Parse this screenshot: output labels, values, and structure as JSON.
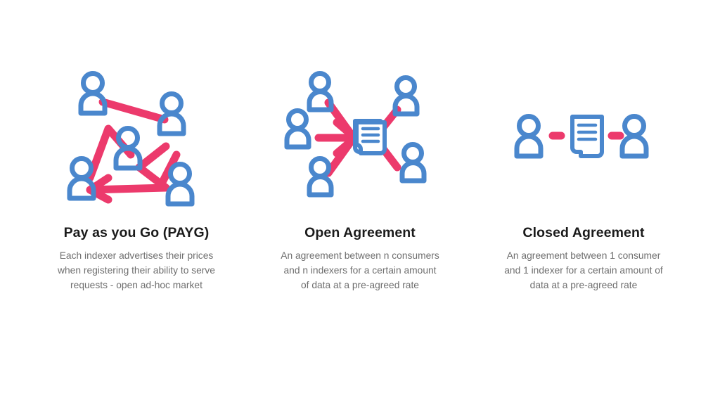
{
  "page": {
    "background": "#ffffff",
    "accent_blue": "#4a87cd",
    "accent_pink": "#ec3a6c",
    "title_color": "#1b1b1b",
    "body_color": "#6e6e6e"
  },
  "columns": [
    {
      "id": "payg",
      "icon_name": "payg-network-icon",
      "title": "Pay as you Go (PAYG)",
      "desc_lines": [
        "Each indexer advertises their prices",
        "when registering their ability to serve",
        "requests - open ad-hoc market"
      ],
      "desc_full": "Each indexer advertises their prices when registering their ability to serve requests - open ad-hoc market",
      "people_count": 5,
      "document_count": 0
    },
    {
      "id": "open-agreement",
      "icon_name": "open-agreement-icon",
      "title": "Open Agreement",
      "desc_lines": [
        "An agreement between n consumers",
        "and n indexers for a certain amount",
        "of data at a pre-agreed rate"
      ],
      "desc_full": "An agreement between n consumers and n indexers for a certain amount of data at a pre-agreed rate",
      "people_count": 5,
      "document_count": 1
    },
    {
      "id": "closed-agreement",
      "icon_name": "closed-agreement-icon",
      "title": "Closed Agreement",
      "desc_lines": [
        "An agreement between 1 consumer",
        "and 1 indexer for a certain amount of",
        "data at a pre-agreed rate"
      ],
      "desc_full": "An agreement between 1 consumer and 1 indexer for a certain amount of data at a pre-agreed rate",
      "people_count": 2,
      "document_count": 1
    }
  ]
}
